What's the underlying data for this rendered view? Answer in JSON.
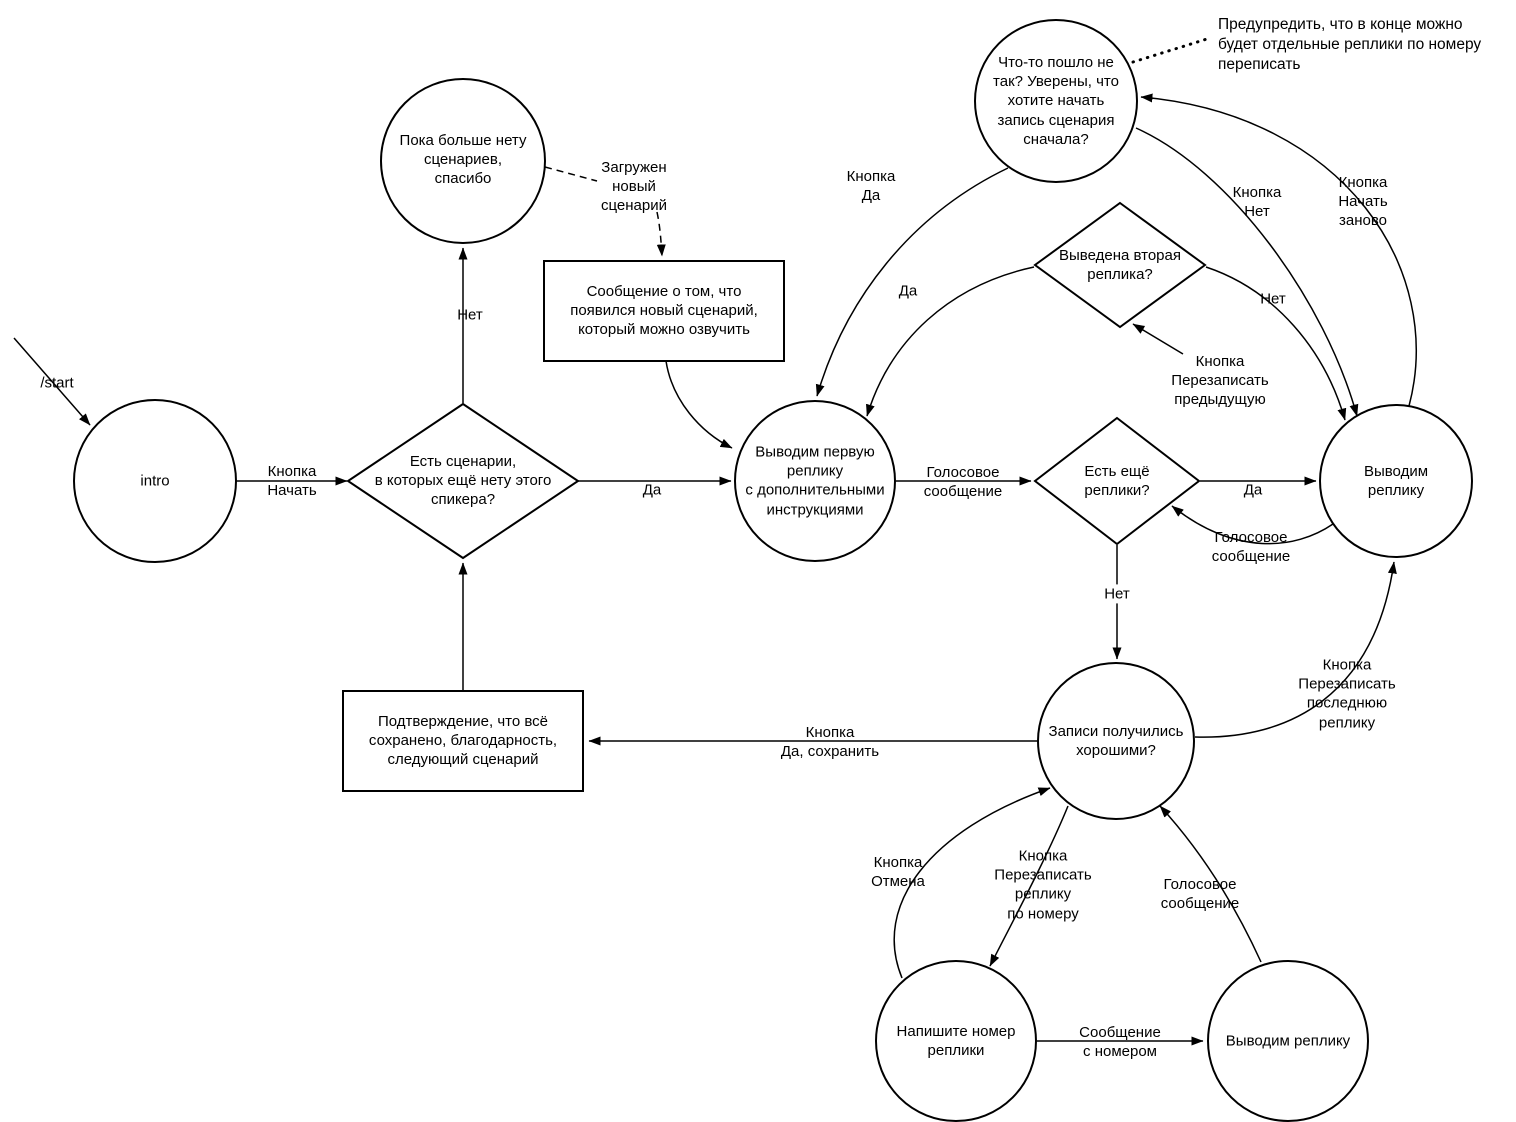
{
  "nodes": {
    "intro": "intro",
    "no_more_scenarios": "Пока больше нету\nсценариев,\nспасибо",
    "something_wrong": "Что-то пошло не\nтак? Уверены, что\nхотите начать\nзапись сценария\nсначала?",
    "has_scenarios": "Есть сценарии,\nв которых ещё нету этого\nспикера?",
    "new_scenario_message": "Сообщение о том, что\nпоявился новый сценарий,\nкоторый можно озвучить",
    "first_line": "Выводим первую\nреплику\nс дополнительными\nинструкциями",
    "second_line_shown": "Выведена вторая\nреплика?",
    "more_lines": "Есть ещё\nреплики?",
    "output_line": "Выводим реплику",
    "records_good": "Записи получились\nхорошими?",
    "confirmation": "Подтверждение, что всё\nсохранено, благодарность,\nследующий сценарий",
    "write_number": "Напишите номер\nреплики",
    "output_line_bottom": "Выводим реплику"
  },
  "edge_labels": {
    "start": "/start",
    "button_start": "Кнопка\nНачать",
    "no_top": "Нет",
    "new_scenario_loaded": "Загружен\nновый\nсценарий",
    "yes_main": "Да",
    "voice_message_1": "Голосовое\nсообщение",
    "yes_more": "Да",
    "voice_message_2": "Голосовое\nсообщение",
    "no_more": "Нет",
    "button_yes": "Кнопка\nДа",
    "yes_second": "Да",
    "no_second": "Нет",
    "button_rerecord_prev": "Кнопка\nПерезаписать\nпредыдущую",
    "button_no": "Кнопка\nНет",
    "button_restart": "Кнопка\nНачать\nзаново",
    "warn_note": "Предупредить, что в конце можно\nбудет отдельные реплики по номеру\nпереписать",
    "button_rerecord_last": "Кнопка\nПерезаписать\nпоследнюю\nреплику",
    "button_save": "Кнопка\nДа, сохранить",
    "button_cancel": "Кнопка\nОтмена",
    "button_rerecord_by_number": "Кнопка\nПерезаписать\nреплику\nпо номеру",
    "voice_message_3": "Голосовое\nсообщение",
    "message_with_number": "Сообщение\nс номером"
  },
  "colors": {
    "stroke": "#000000",
    "fill": "#ffffff"
  }
}
